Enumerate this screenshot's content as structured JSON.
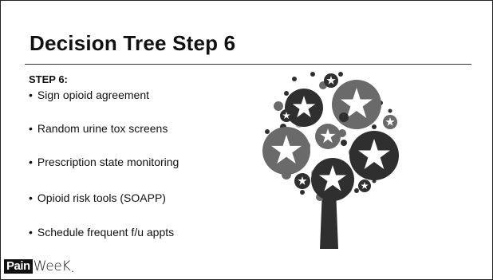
{
  "slide": {
    "title": "Decision Tree Step 6",
    "step_label": "STEP 6:",
    "bullets": [
      "Sign opioid agreement",
      "Random urine tox screens",
      "Prescription state monitoring",
      "Opioid risk tools (SOAPP)",
      "Schedule frequent f/u appts"
    ],
    "bullet_glyph": "•",
    "illustration_icon": "star-tree-icon"
  },
  "logo": {
    "pain": "Pain",
    "week": "WeeK",
    "dot": "."
  },
  "colors": {
    "text": "#111111",
    "tree_dark": "#2f2f2f",
    "tree_mid": "#6a6a6a",
    "tree_light": "#9c9c9c",
    "star": "#ffffff"
  }
}
